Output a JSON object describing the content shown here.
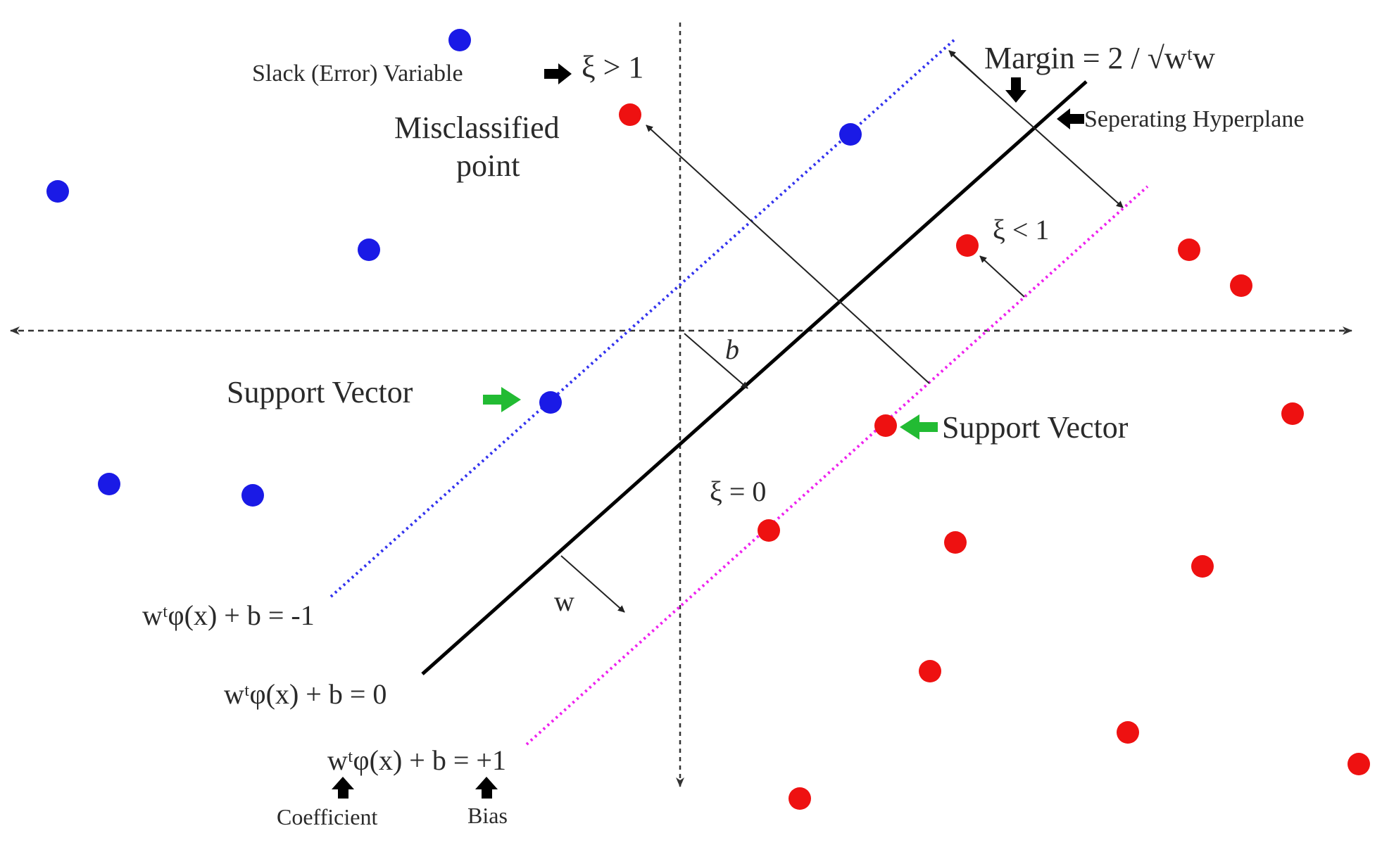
{
  "colors": {
    "class_negative": "#1a1ae6",
    "class_positive": "#ee1111",
    "margin_negative": "#3333ee",
    "margin_positive": "#ee22ee",
    "hyperplane": "#000000",
    "axis": "#333333",
    "arrow_black": "#000000",
    "arrow_green": "#22bb33",
    "text": "#2a2a2a"
  },
  "labels": {
    "slack_variable": "Slack (Error) Variable",
    "xi_gt_1": "ξ > 1",
    "misclassified_1": "Misclassified",
    "misclassified_2": "point",
    "margin": "Margin = 2 / √wᵗw",
    "separating_hyperplane": "Seperating Hyperplane",
    "xi_lt_1": "ξ < 1",
    "b_offset": "b",
    "support_vector_left": "Support Vector",
    "support_vector_right": "Support Vector",
    "xi_eq_0": "ξ = 0",
    "w_vector": "w",
    "eq_neg": "wᵗφ(x) + b = -1",
    "eq_zero": "wᵗφ(x) + b = 0",
    "eq_pos": "wᵗφ(x) + b = +1",
    "coefficient": "Coefficient",
    "bias": "Bias"
  },
  "icons": {
    "slack_arrow": "arrow-right-icon",
    "margin_arrow": "arrow-down-icon",
    "hyperplane_arrow": "arrow-left-icon",
    "support_left_arrow": "arrow-right-icon",
    "support_right_arrow": "arrow-left-icon",
    "coefficient_arrow": "arrow-up-icon",
    "bias_arrow": "arrow-up-icon"
  }
}
